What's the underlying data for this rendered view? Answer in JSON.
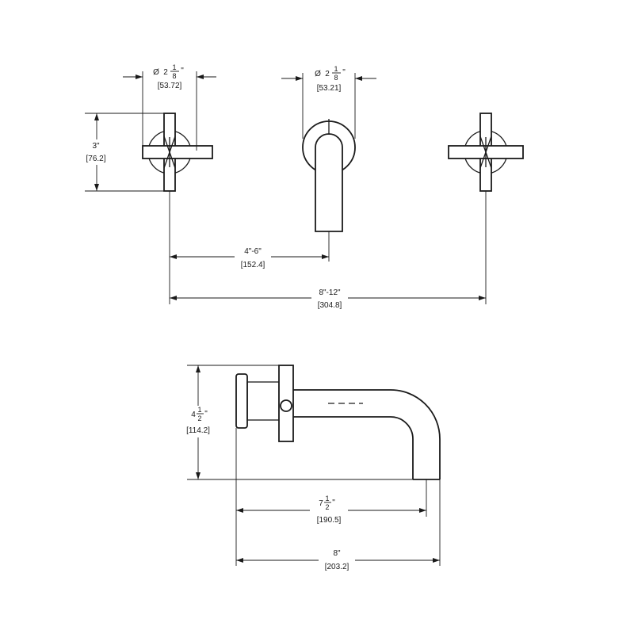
{
  "dimensions": {
    "handle_diameter": {
      "symbol": "Ø",
      "whole": "2",
      "num": "1",
      "den": "8",
      "unit": "\"",
      "metric": "[53.72]"
    },
    "spout_diameter": {
      "symbol": "Ø",
      "whole": "2",
      "num": "1",
      "den": "8",
      "unit": "\"",
      "metric": "[53.21]"
    },
    "handle_height": {
      "imperial": "3\"",
      "metric": "[76.2]"
    },
    "handle_to_spout": {
      "imperial": "4\"-6\"",
      "metric": "[152.4]"
    },
    "handle_spread": {
      "imperial": "8\"-12\"",
      "metric": "[304.8]"
    },
    "side_height": {
      "whole": "4",
      "num": "1",
      "den": "2",
      "unit": "\"",
      "metric": "[114.2]"
    },
    "spout_reach": {
      "whole": "7",
      "num": "1",
      "den": "2",
      "unit": "\"",
      "metric": "[190.5]"
    },
    "overall_depth": {
      "imperial": "8\"",
      "metric": "[203.2]"
    }
  }
}
